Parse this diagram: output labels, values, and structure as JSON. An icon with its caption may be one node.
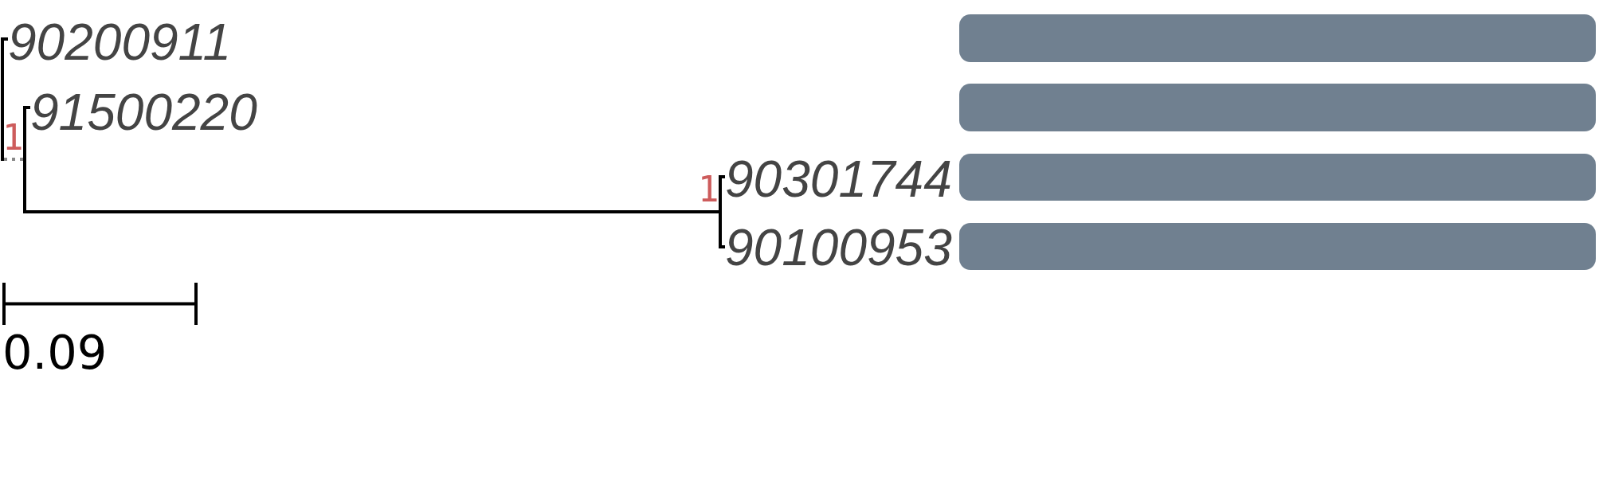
{
  "diagram": {
    "nodes": [
      {
        "text": [],
        "shape": "line"
      },
      {
        "text": [
          "90200911"
        ]
      },
      {
        "text": [],
        "shape": "line",
        "beside": [
          "1"
        ]
      },
      {
        "text": [
          "91500220"
        ]
      },
      {
        "text": [],
        "shape": "line",
        "beside": [
          "1"
        ]
      },
      {
        "text": [
          "90301744"
        ]
      },
      {
        "text": [
          "90100953"
        ]
      },
      {
        "text": [],
        "shape": "bar"
      },
      {
        "text": [],
        "shape": "bar"
      },
      {
        "text": [],
        "shape": "bar"
      },
      {
        "text": [],
        "shape": "bar"
      }
    ],
    "edges": [
      {
        "from": 0,
        "to": 1,
        "arrow": "none"
      },
      {
        "from": 0,
        "to": 2,
        "arrow": "none",
        "style": "dashed",
        "color": "#888888"
      },
      {
        "from": 2,
        "to": 3,
        "arrow": "none"
      },
      {
        "from": 2,
        "to": 4,
        "arrow": "none"
      },
      {
        "from": 4,
        "to": 5,
        "arrow": "none"
      },
      {
        "from": 4,
        "to": 6,
        "arrow": "none"
      }
    ],
    "labels": [
      "0.09"
    ]
  }
}
